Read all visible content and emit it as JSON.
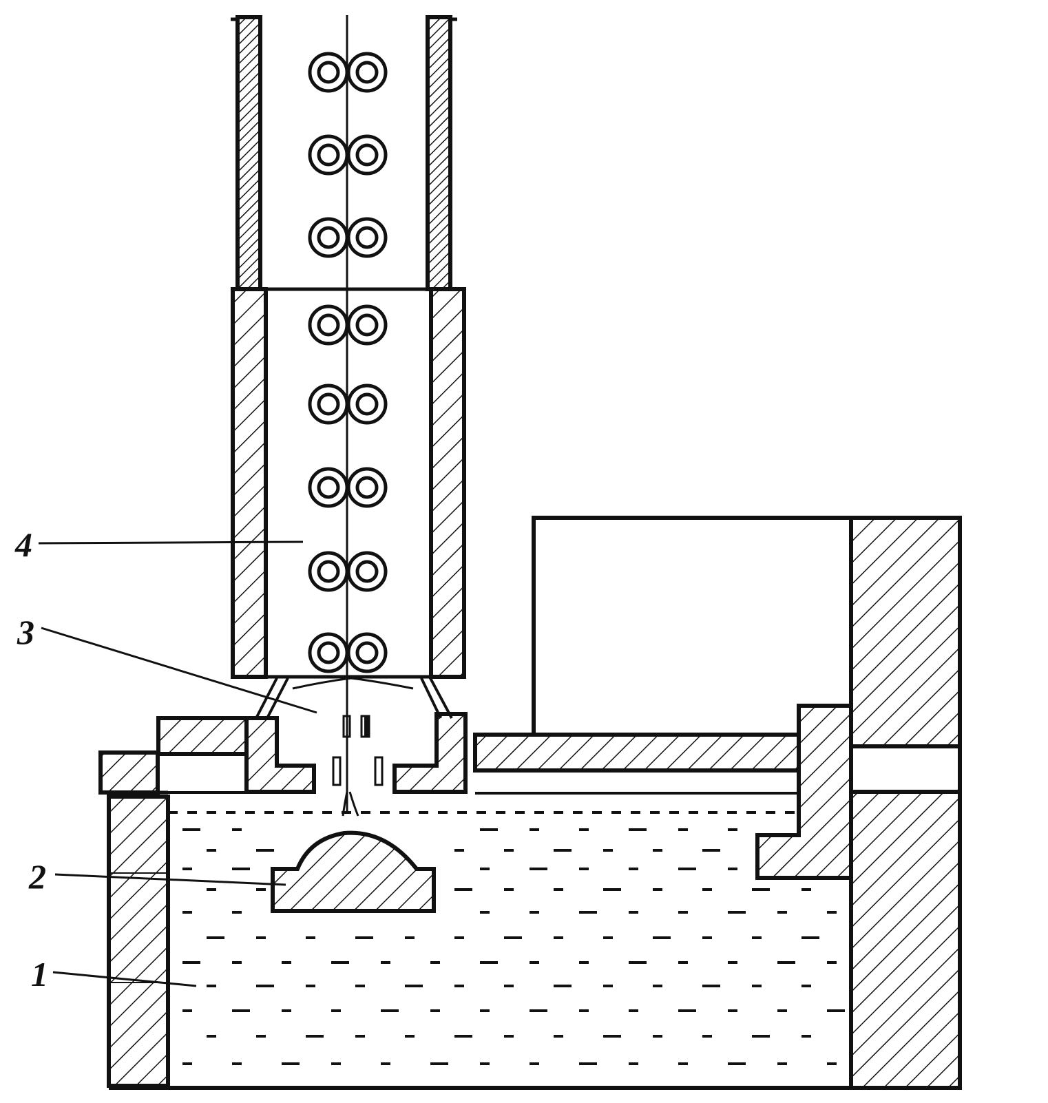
{
  "labels": {
    "one": "1",
    "two": "2",
    "three": "3",
    "four": "4"
  },
  "colors": {
    "ink": "#111111",
    "paper": "#ffffff"
  }
}
